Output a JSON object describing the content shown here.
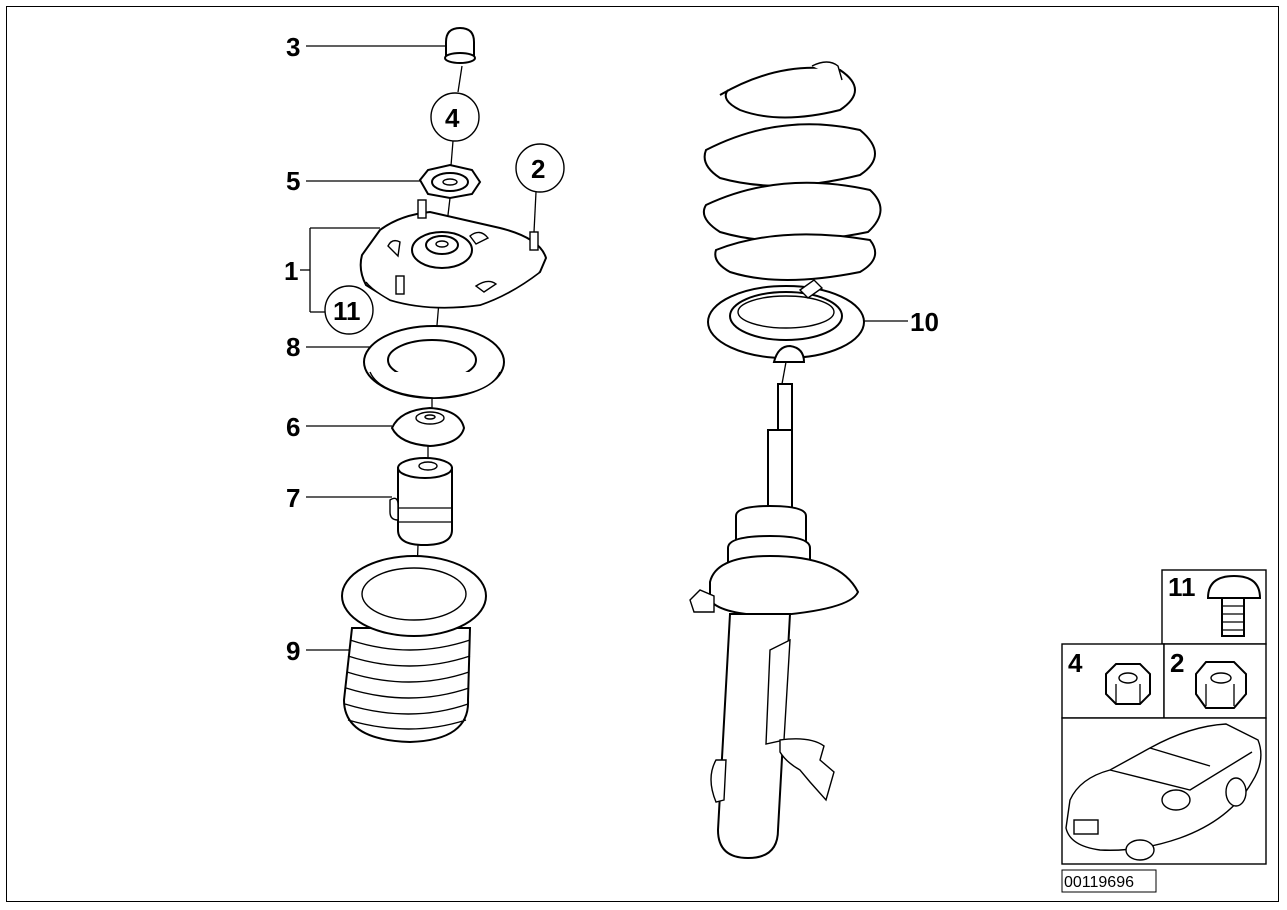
{
  "callouts": {
    "c1": "1",
    "c2": "2",
    "c3": "3",
    "c4": "4",
    "c5": "5",
    "c6": "6",
    "c7": "7",
    "c8": "8",
    "c9": "9",
    "c10": "10",
    "c11": "11"
  },
  "inset": {
    "l11": "11",
    "l4": "4",
    "l2": "2"
  },
  "diagram_code": "00119696"
}
